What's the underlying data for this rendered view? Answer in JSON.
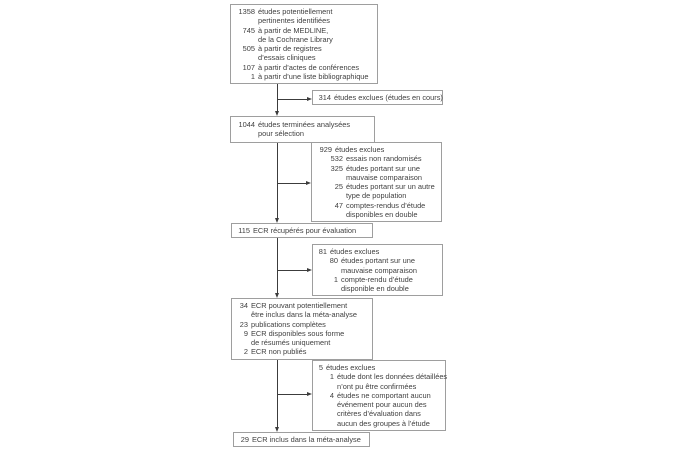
{
  "figure": {
    "type": "study-selection-flow-diagram",
    "language": "fr",
    "colors": {
      "background": "#ffffff",
      "box_border": "#9e9e9e",
      "connector": "#3c3c3c",
      "text": "#3f3f3f"
    }
  },
  "boxes": {
    "identified": {
      "items": [
        {
          "num": "1358",
          "lines": [
            "études potentiellement",
            "pertinentes identifiées"
          ]
        },
        {
          "num": "745",
          "lines": [
            "à partir de MEDLINE,",
            "de la Cochrane Library"
          ]
        },
        {
          "num": "505",
          "lines": [
            "à partir de registres",
            "d’essais cliniques"
          ]
        },
        {
          "num": "107",
          "lines": [
            "à partir d’actes de conférences"
          ]
        },
        {
          "num": "1",
          "lines": [
            "à partir d’une liste bibliographique"
          ]
        }
      ]
    },
    "excluded_ongoing": {
      "items": [
        {
          "num": "314",
          "lines": [
            "études exclues (études en cours)"
          ]
        }
      ]
    },
    "analyzed": {
      "items": [
        {
          "num": "1044",
          "lines": [
            "études terminées analysées",
            "pour sélection"
          ]
        }
      ]
    },
    "excluded_selection": {
      "items": [
        {
          "num": "929",
          "lines": [
            "études exclues"
          ]
        },
        {
          "num": "532",
          "sub": true,
          "lines": [
            "essais non randomisés"
          ]
        },
        {
          "num": "325",
          "sub": true,
          "lines": [
            "études portant sur une",
            "mauvaise comparaison"
          ]
        },
        {
          "num": "25",
          "sub": true,
          "lines": [
            "études portant sur un autre",
            "type de population"
          ]
        },
        {
          "num": "47",
          "sub": true,
          "lines": [
            "comptes-rendus d’étude",
            "disponibles en double"
          ]
        }
      ]
    },
    "retrieved": {
      "items": [
        {
          "num": "115",
          "lines": [
            "ECR récupérés pour évaluation"
          ]
        }
      ]
    },
    "excluded_evaluation": {
      "items": [
        {
          "num": "81",
          "lines": [
            "études exclues"
          ]
        },
        {
          "num": "80",
          "sub": true,
          "lines": [
            "études portant sur une",
            "mauvaise comparaison"
          ]
        },
        {
          "num": "1",
          "sub": true,
          "lines": [
            "compte-rendu d’étude",
            "disponible en double"
          ]
        }
      ]
    },
    "potential": {
      "items": [
        {
          "num": "34",
          "lines": [
            "ECR pouvant potentiellement",
            "être inclus dans la méta-analyse"
          ]
        },
        {
          "num": "23",
          "lines": [
            "publications complètes"
          ]
        },
        {
          "num": "9",
          "lines": [
            "ECR disponibles sous forme",
            "de résumés uniquement"
          ]
        },
        {
          "num": "2",
          "lines": [
            "ECR non publiés"
          ]
        }
      ]
    },
    "excluded_final": {
      "items": [
        {
          "num": "5",
          "lines": [
            "études exclues"
          ]
        },
        {
          "num": "1",
          "sub": true,
          "lines": [
            "étude dont les données détaillées",
            "n’ont pu être confirmées"
          ]
        },
        {
          "num": "4",
          "sub": true,
          "lines": [
            "études ne comportant aucun",
            "événement pour aucun des",
            "critères d’évaluation dans",
            "aucun des groupes à l’étude"
          ]
        }
      ]
    },
    "included": {
      "items": [
        {
          "num": "29",
          "lines": [
            "ECR inclus dans la méta-analyse"
          ]
        }
      ]
    }
  }
}
